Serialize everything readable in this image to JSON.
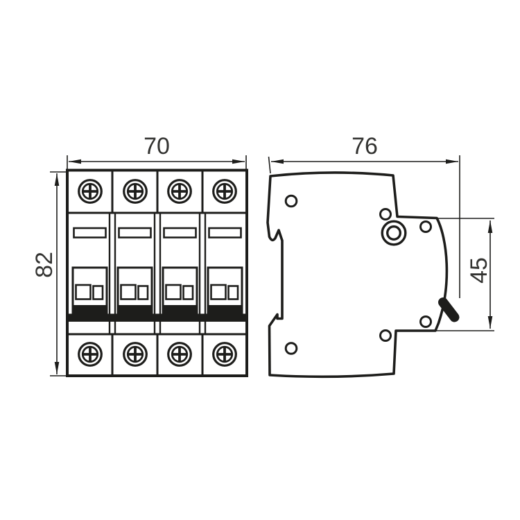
{
  "drawing": {
    "type": "technical-dimension-drawing",
    "views": {
      "front_view": "4-pole modular circuit breaker, front",
      "side_view": "modular circuit breaker, side profile"
    },
    "dimensions": {
      "front_width": "70",
      "front_height": "82",
      "side_width": "76",
      "side_handle_height": "45"
    },
    "style": {
      "line_color": "#1d1d1b",
      "text_color": "#333331",
      "background": "#ffffff"
    }
  }
}
